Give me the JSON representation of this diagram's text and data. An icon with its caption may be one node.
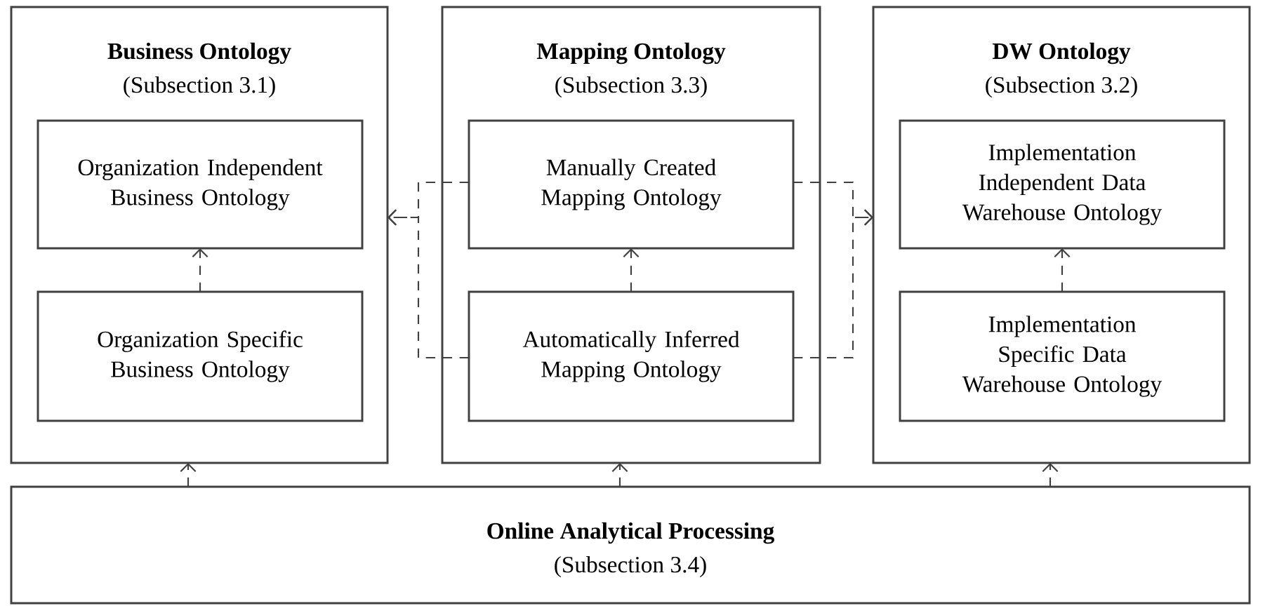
{
  "diagram": {
    "nodes": [
      {
        "text": [
          "Business Ontology",
          "(Subsection 3.1)"
        ]
      },
      {
        "text": [
          "Organization Independent Business Ontology"
        ],
        "in": 0
      },
      {
        "text": [
          "Organization Specific Business Ontology"
        ],
        "in": 0
      },
      {
        "text": [
          "Mapping Ontology",
          "(Subsection 3.3)"
        ]
      },
      {
        "text": [
          "Manually Created Mapping Ontology"
        ],
        "in": 3
      },
      {
        "text": [
          "Automatically Inferred Mapping Ontology"
        ],
        "in": 3
      },
      {
        "text": [
          "DW Ontology",
          "(Subsection 3.2)"
        ]
      },
      {
        "text": [
          "Implementation Independent Data Warehouse Ontology"
        ],
        "in": 6
      },
      {
        "text": [
          "Implementation Specific Data Warehouse Ontology"
        ],
        "in": 6
      },
      {
        "text": [
          "Online Analytical Processing",
          "(Subsection 3.4)"
        ]
      }
    ],
    "edges": [
      {
        "from": 2,
        "to": 1,
        "arrow": "to",
        "style": "dashed"
      },
      {
        "from": 5,
        "to": 4,
        "arrow": "to",
        "style": "dashed"
      },
      {
        "from": 8,
        "to": 7,
        "arrow": "to",
        "style": "dashed"
      },
      {
        "from": 9,
        "to": 0,
        "arrow": "to",
        "style": "dashed"
      },
      {
        "from": 9,
        "to": 3,
        "arrow": "to",
        "style": "dashed"
      },
      {
        "from": 9,
        "to": 6,
        "arrow": "to",
        "style": "dashed"
      },
      {
        "from": 4,
        "to": 0,
        "arrow": "to",
        "style": "dashed"
      },
      {
        "from": 5,
        "to": 0,
        "arrow": "to",
        "style": "dashed"
      },
      {
        "from": 4,
        "to": 6,
        "arrow": "to",
        "style": "dashed"
      },
      {
        "from": 5,
        "to": 6,
        "arrow": "to",
        "style": "dashed"
      }
    ]
  }
}
